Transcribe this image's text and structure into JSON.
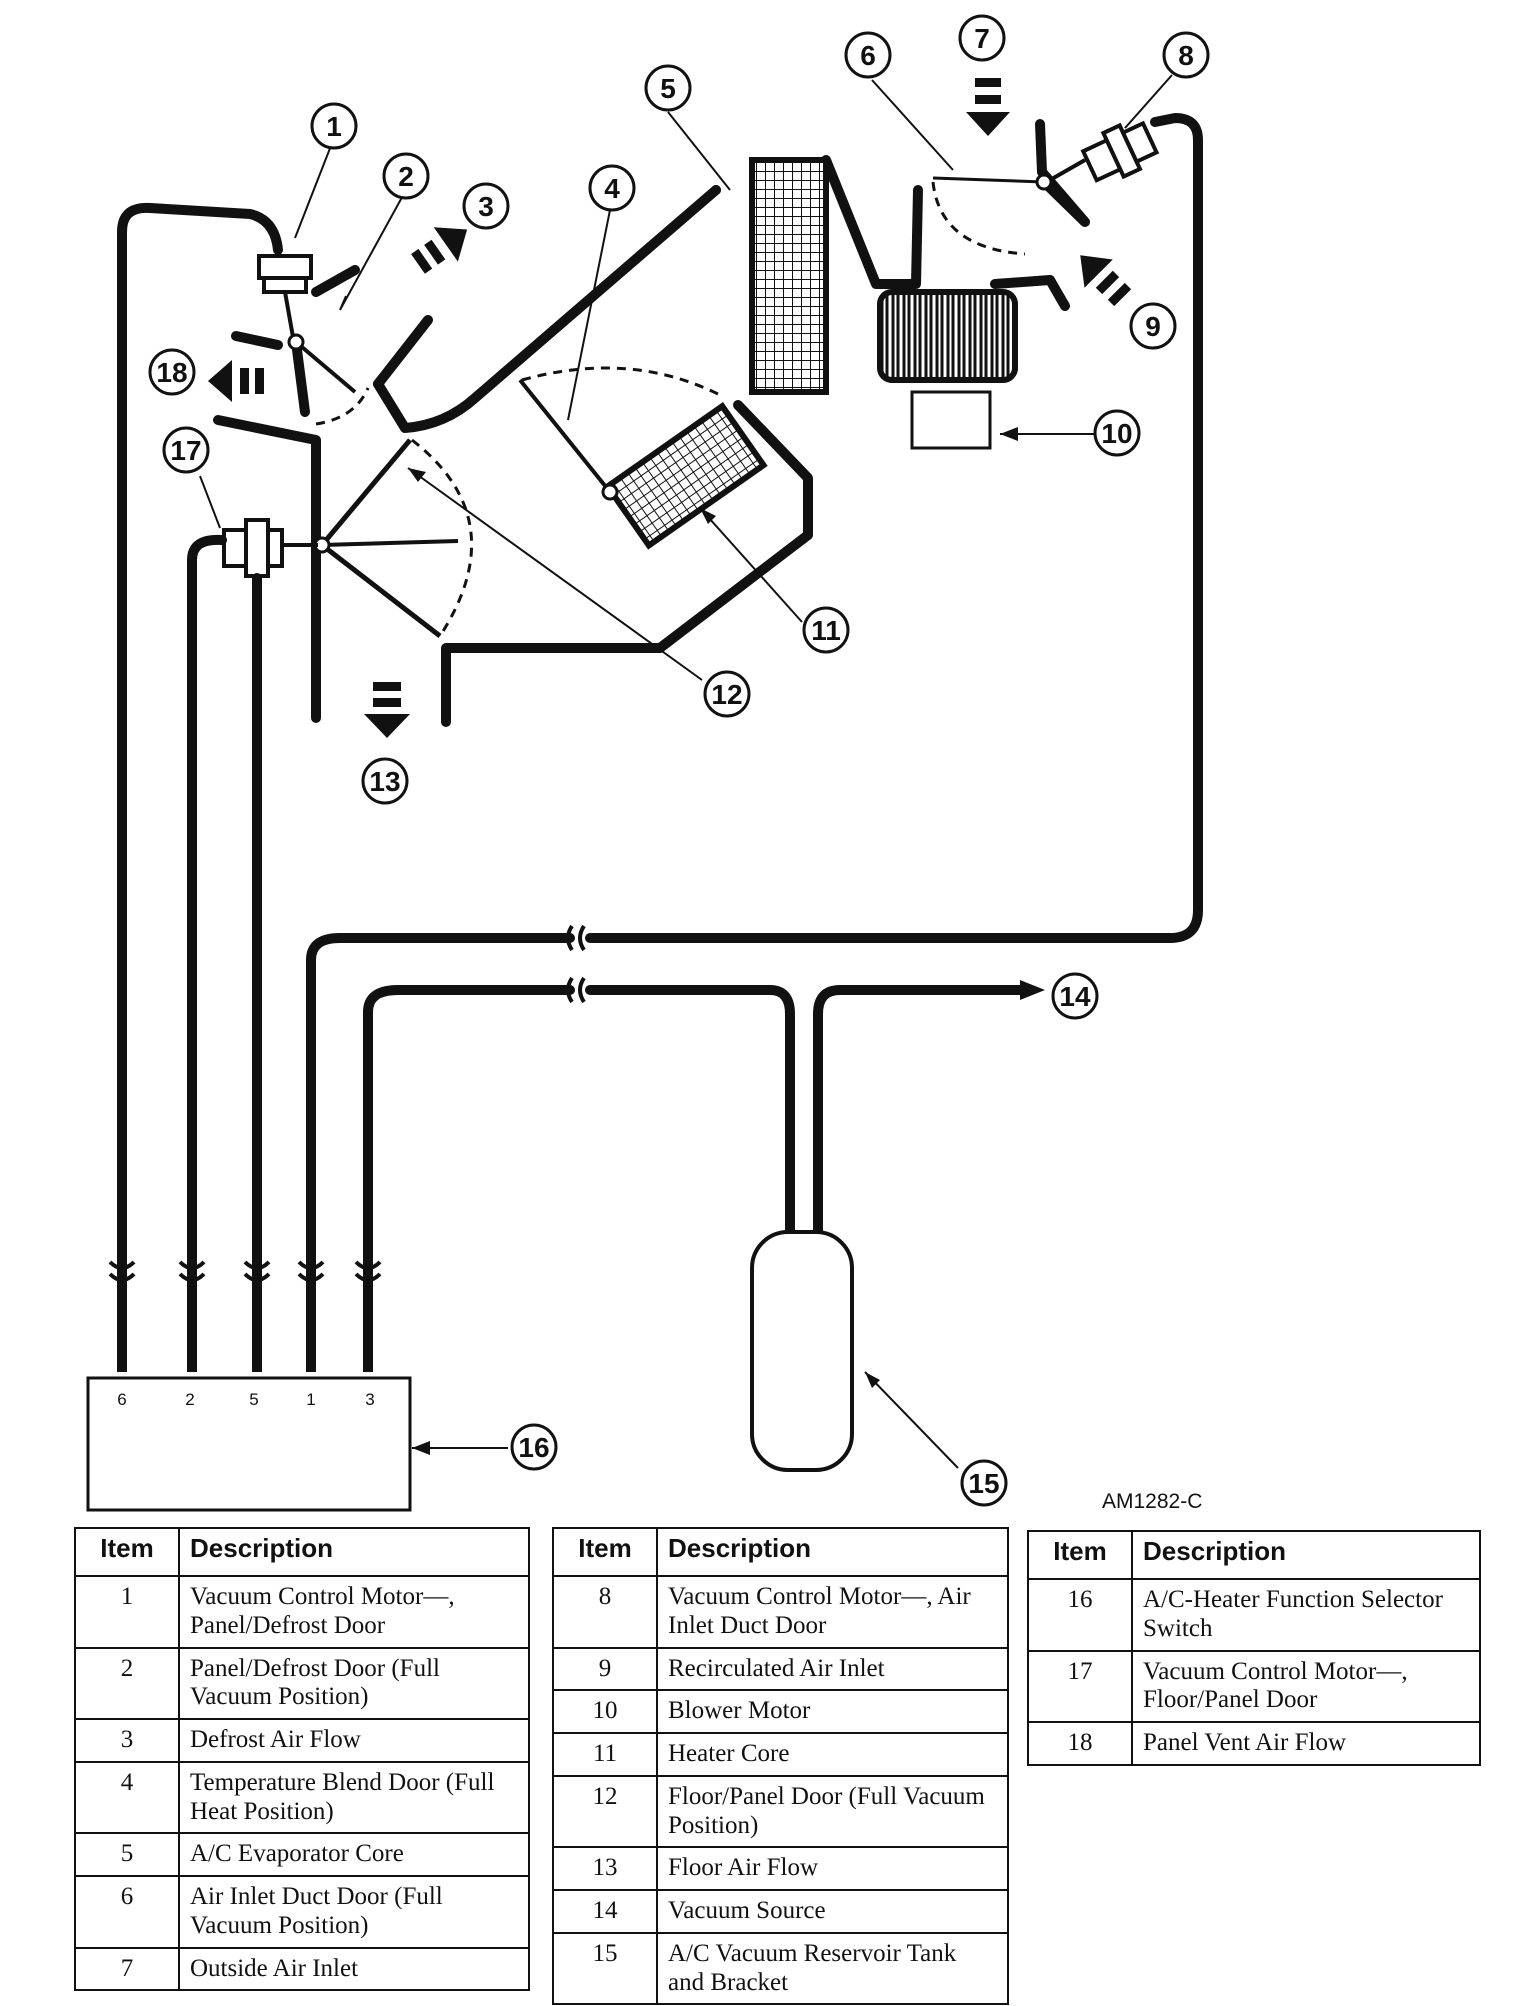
{
  "figure_ref": "AM1282-C",
  "callouts": [
    "1",
    "2",
    "3",
    "4",
    "5",
    "6",
    "7",
    "8",
    "9",
    "10",
    "11",
    "12",
    "13",
    "14",
    "15",
    "16",
    "17",
    "18"
  ],
  "switch_pins": [
    "6",
    "2",
    "5",
    "1",
    "3"
  ],
  "legend": {
    "item_header": "Item",
    "description_header": "Description",
    "table1": [
      {
        "item": "1",
        "description": "Vacuum Control Motor—, Panel/Defrost Door"
      },
      {
        "item": "2",
        "description": "Panel/Defrost Door (Full Vacuum Position)"
      },
      {
        "item": "3",
        "description": "Defrost Air Flow"
      },
      {
        "item": "4",
        "description": "Temperature Blend Door (Full Heat Position)"
      },
      {
        "item": "5",
        "description": "A/C Evaporator Core"
      },
      {
        "item": "6",
        "description": "Air Inlet Duct Door (Full Vacuum Position)"
      },
      {
        "item": "7",
        "description": "Outside Air Inlet"
      }
    ],
    "table2": [
      {
        "item": "8",
        "description": "Vacuum Control Motor—, Air Inlet Duct Door"
      },
      {
        "item": "9",
        "description": "Recirculated Air Inlet"
      },
      {
        "item": "10",
        "description": "Blower Motor"
      },
      {
        "item": "11",
        "description": "Heater Core"
      },
      {
        "item": "12",
        "description": "Floor/Panel Door (Full Vacuum Position)"
      },
      {
        "item": "13",
        "description": "Floor Air Flow"
      },
      {
        "item": "14",
        "description": "Vacuum Source"
      },
      {
        "item": "15",
        "description": "A/C Vacuum Reservoir Tank and Bracket"
      }
    ],
    "table3": [
      {
        "item": "16",
        "description": "A/C-Heater Function Selector Switch"
      },
      {
        "item": "17",
        "description": "Vacuum Control Motor—, Floor/Panel Door"
      },
      {
        "item": "18",
        "description": "Panel Vent Air Flow"
      }
    ]
  }
}
